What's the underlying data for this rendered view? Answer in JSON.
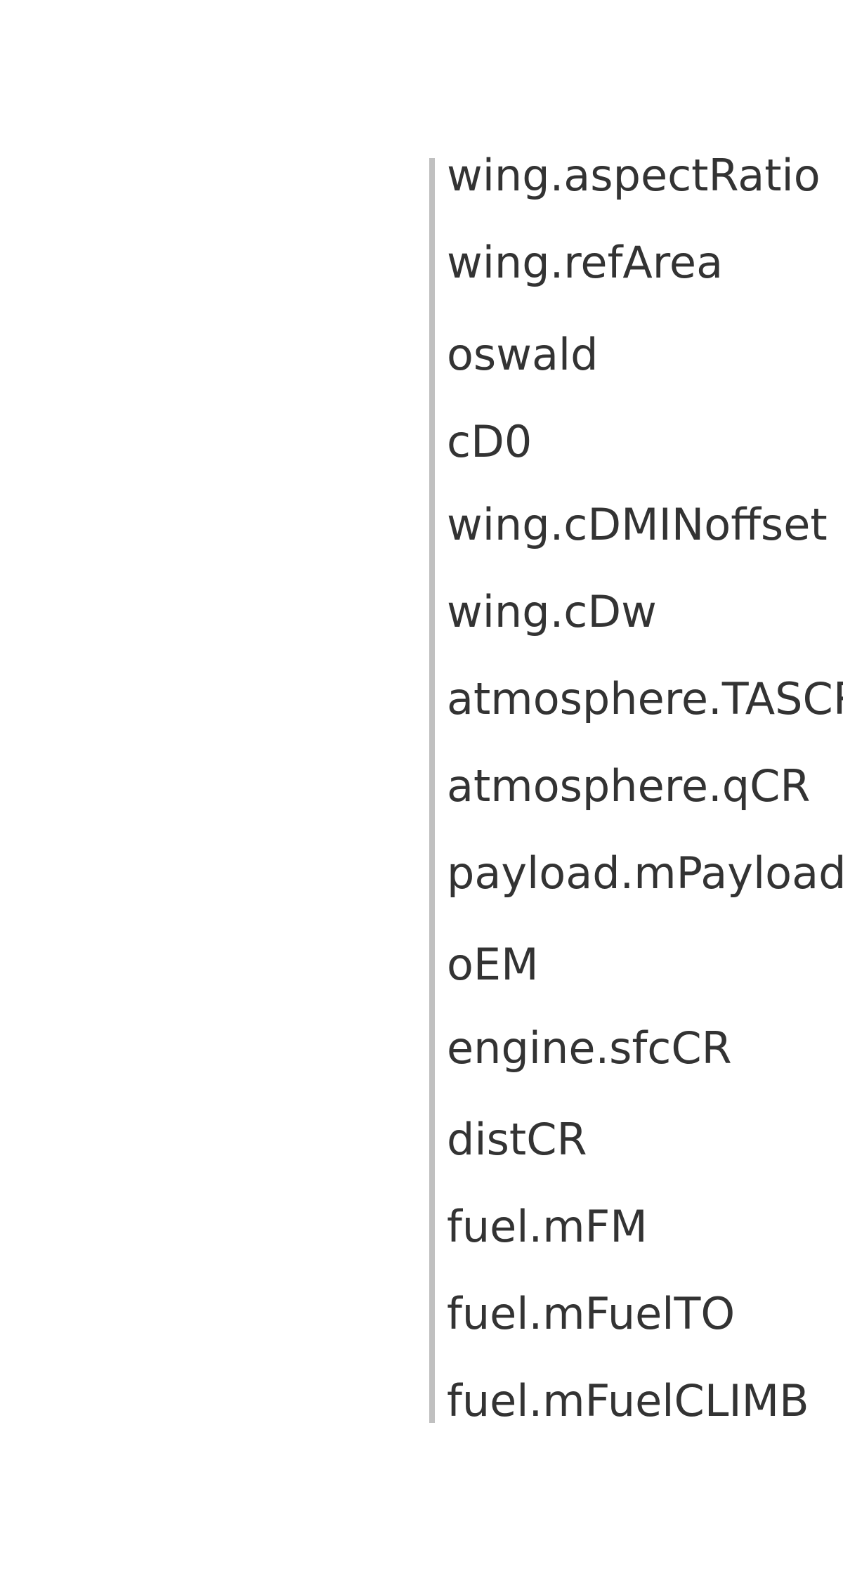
{
  "variables": [
    "wing.aspectRatio",
    "wing.refArea",
    "oswald",
    "cD0",
    "wing.cDMINoffset",
    "wing.cDw",
    "atmosphere.TASCR",
    "atmosphere.qCR",
    "payload.mPayload",
    "oEM",
    "engine.sfcCR",
    "distCR",
    "fuel.mFM",
    "fuel.mFuelTO",
    "fuel.mFuelCLIMB"
  ],
  "colors": {
    "text": "#333333",
    "divider": "#c0c0c0",
    "background": "#ffffff"
  }
}
